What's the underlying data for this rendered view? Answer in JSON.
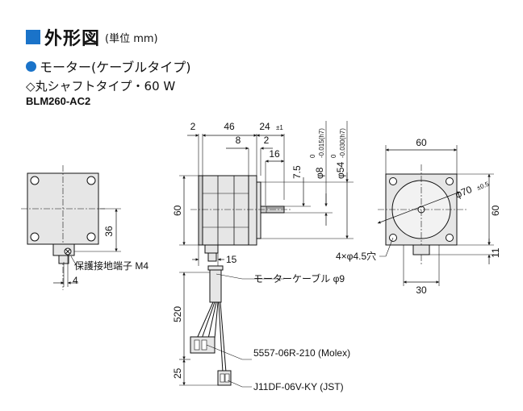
{
  "header": {
    "title": "外形図",
    "unit": "(単位 mm)"
  },
  "motor_heading": "モーター(ケーブルタイプ)",
  "shaft_type": "◇丸シャフトタイプ・60 W",
  "model": "BLM260-AC2",
  "colors": {
    "accent": "#1a73c9",
    "body": "#e6e6e6",
    "shaft": "#d0d0d0"
  },
  "dims": {
    "d2": "2",
    "d46": "46",
    "d24": "24",
    "d24_tol": "±1",
    "d8": "8",
    "d2b": "2",
    "d16": "16",
    "d7_5": "7.5",
    "phi8": "φ8",
    "phi8_tol_top": "0",
    "phi8_tol_bot": "-0.015(h7)",
    "phi54": "φ54",
    "phi54_tol_top": "0",
    "phi54_tol_bot": "-0.030(h7)",
    "d60_side": "60",
    "d15": "15",
    "d520": "520",
    "d25": "25",
    "d36": "36",
    "d4": "4",
    "d60_top": "60",
    "d60_right": "60",
    "phi70": "φ70",
    "phi70_tol": "±0.5",
    "d11": "11",
    "d30": "30"
  },
  "labels": {
    "ground_terminal": "保護接地端子 M4",
    "holes": "4×φ4.5穴",
    "cable": "モーターケーブル φ9",
    "connector1": "5557-06R-210 (Molex)",
    "connector2": "J11DF-06V-KY (JST)"
  }
}
